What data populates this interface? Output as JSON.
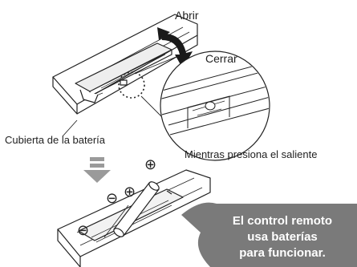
{
  "labels": {
    "open": "Abrir",
    "close": "Cerrar",
    "battery_cover": "Cubierta de la batería",
    "press_tab": "Mientras presiona el saliente"
  },
  "polarity": {
    "plus": "⊕",
    "minus": "⊖"
  },
  "callout": {
    "line1": "El control remoto",
    "line2": "usa baterías",
    "line3": "para funcionar."
  },
  "colors": {
    "callout_fill": "#7a7a7a",
    "arrow_fill": "#9a9a9a",
    "line": "#222222"
  }
}
